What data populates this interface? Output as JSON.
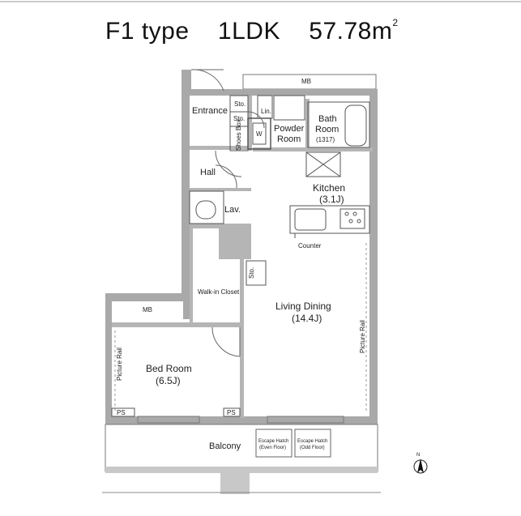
{
  "header": {
    "type_label": "F1 type",
    "layout": "1LDK",
    "area": "57.78m",
    "area_superscript": "2"
  },
  "rooms": {
    "mb_top": "MB",
    "mb_left": "MB",
    "entrance": "Entrance",
    "sto_1": "Sto.",
    "sto_2": "Sto.",
    "shoes_box": "Shoes Box",
    "lin": "Lin.",
    "w": "W",
    "powder_line1": "Powder",
    "powder_line2": "Room",
    "bath_line1": "Bath",
    "bath_line2": "Room",
    "bath_size": "(1317)",
    "hall": "Hall",
    "kitchen": "Kitchen",
    "kitchen_size": "(3.1J)",
    "lav": "Lav.",
    "counter": "Counter",
    "sto_3": "Sto.",
    "walk_in_closet": "Walk-in Closet",
    "living_dining": "Living Dining",
    "living_size": "(14.4J)",
    "picture_rail_right": "Picture Rail",
    "picture_rail_left": "Picture Rail",
    "bed_room": "Bed Room",
    "bed_size": "(6.5J)",
    "ps_left": "PS",
    "ps_right": "PS",
    "balcony": "Balcony",
    "escape_even_1": "Escape Hatch",
    "escape_even_2": "(Even Floor)",
    "escape_odd_1": "Escape Hatch",
    "escape_odd_2": "(Odd Floor)",
    "north": "N"
  }
}
